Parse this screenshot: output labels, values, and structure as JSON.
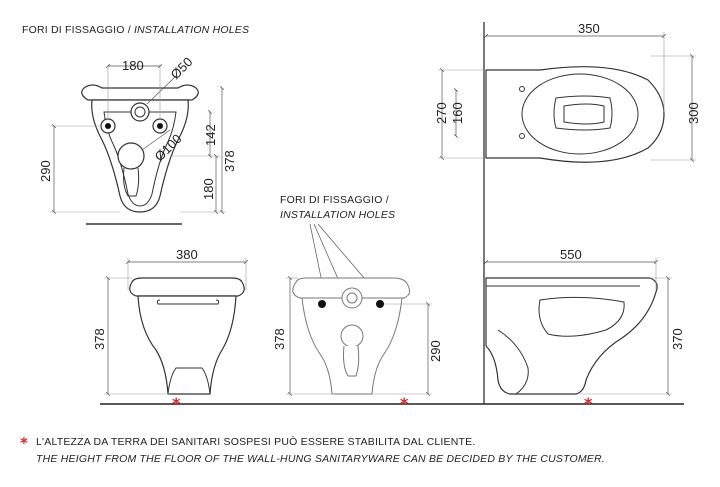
{
  "labels": {
    "top_title_it": "FORI DI FISSAGGIO / ",
    "top_title_en": "INSTALLATION HOLES",
    "mid_title_it": "FORI DI FISSAGGIO /",
    "mid_title_en": "INSTALLATION HOLES"
  },
  "dimensions": {
    "hole_spacing": "180",
    "hole_diameter_small": "Ø50",
    "hole_diameter_large": "Ø100",
    "back_height_a": "142",
    "back_height_b": "378",
    "back_height_c": "180",
    "back_height_d": "290",
    "front_width": "380",
    "front_height": "378",
    "mid_height_left": "378",
    "mid_height_right": "290",
    "top_width": "350",
    "top_depth_a": "270",
    "top_depth_b": "160",
    "top_depth_total": "300",
    "side_length": "550",
    "side_height": "370"
  },
  "note": {
    "marker": "*",
    "it": "L'ALTEZZA DA TERRA DEI SANITARI SOSPESI PUÒ ESSERE STABILITA DAL CLIENTE.",
    "en": "THE HEIGHT FROM THE FLOOR OF THE WALL-HUNG SANITARYWARE CAN BE DECIDED BY THE CUSTOMER."
  },
  "colors": {
    "line": "#333333",
    "accent": "#d8232a"
  }
}
